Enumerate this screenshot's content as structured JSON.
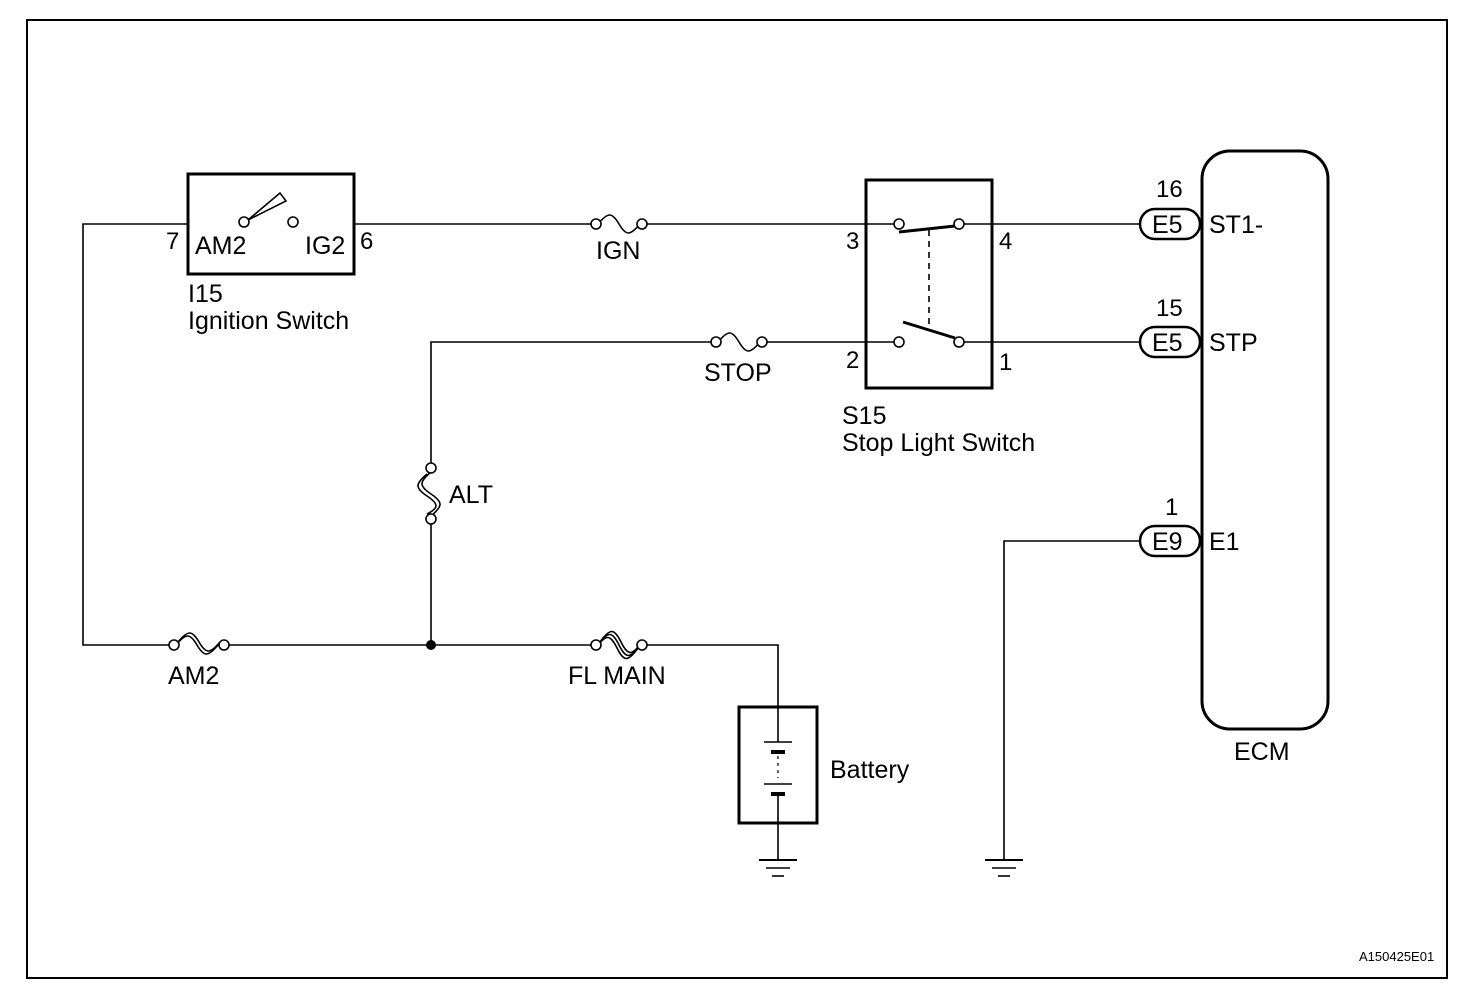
{
  "doc_id": "A150425E01",
  "ignition_switch": {
    "code": "I15",
    "name": "Ignition Switch",
    "pin_left": "7",
    "pin_right": "6",
    "term_left": "AM2",
    "term_right": "IG2"
  },
  "stop_light_switch": {
    "code": "S15",
    "name": "Stop Light Switch",
    "pin_3": "3",
    "pin_4": "4",
    "pin_2": "2",
    "pin_1": "1"
  },
  "fuses": {
    "ign": "IGN",
    "stop": "STOP",
    "alt": "ALT",
    "am2": "AM2",
    "fl_main": "FL MAIN"
  },
  "battery": {
    "label": "Battery"
  },
  "ecm": {
    "label": "ECM",
    "connectors": [
      {
        "pin": "16",
        "connector": "E5",
        "signal": "ST1-"
      },
      {
        "pin": "15",
        "connector": "E5",
        "signal": "STP"
      },
      {
        "pin": "1",
        "connector": "E9",
        "signal": "E1"
      }
    ]
  }
}
